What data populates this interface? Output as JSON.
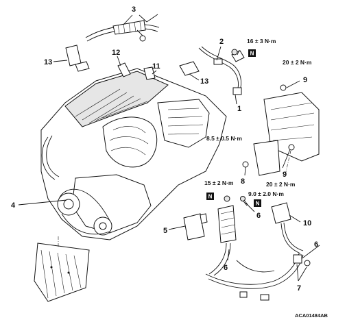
{
  "callouts": {
    "c1": "1",
    "c2": "2",
    "c3": "3",
    "c4": "4",
    "c5": "5",
    "c6a": "6",
    "c6b": "6",
    "c6c": "6",
    "c7": "7",
    "c8": "8",
    "c9a": "9",
    "c9b": "9",
    "c10": "10",
    "c11": "11",
    "c12": "12",
    "c13": "13"
  },
  "torques": {
    "t16": "16 ± 3 N·m",
    "t20a": "20 ± 2 N·m",
    "t85": "8.5 ± 0.5 N·m",
    "t20b": "20 ± 2 N·m",
    "t15": "15 ± 2 N·m",
    "t90": "9.0 ± 2.0 N·m"
  },
  "badges": {
    "n1": "N",
    "n2": "N",
    "n3": "N"
  },
  "figure_id": "ACA01484AB"
}
